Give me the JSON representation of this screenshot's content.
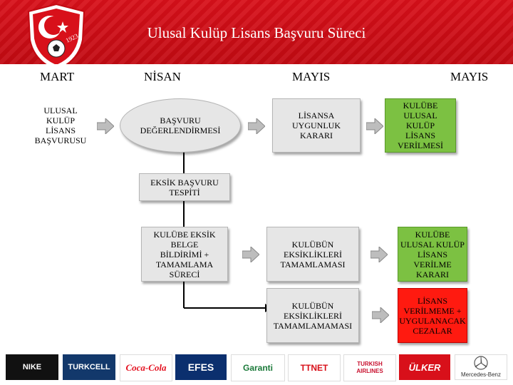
{
  "header": {
    "title": "Ulusal Kulüp Lisans Başvuru Süreci",
    "emblem_text": "1923"
  },
  "months": [
    "MART",
    "NİSAN",
    "MAYIS",
    "MAYIS"
  ],
  "boxes": {
    "ulusal": "ULUSAL\nKULÜP\nLİSANS\nBAŞVURUSU",
    "degerlendirme": "BAŞVURU\nDEĞERLENDİRMESİ",
    "lisansa_uygun": "LİSANSA\nUYGUNLUK\nKARARI",
    "kulube_verilmesi": "KULÜBE\nULUSAL\nKULÜP\nLİSANS\nVERİLMESİ",
    "eksik_tespit": "EKSİK BAŞVURU\nTESPİTİ",
    "eksik_bildirim": "KULÜBE EKSİK\nBELGE\nBİLDİRİMİ +\nTAMAMLAMA\nSÜRECİ",
    "tamamlamasi": "KULÜBÜN\nEKSİKLİKLERİ\nTAMAMLAMASI",
    "verilme_karari": "KULÜBE\nULUSAL KULÜP\nLİSANS\nVERİLME\nKARARI",
    "tamamlamamasi": "KULÜBÜN\nEKSİKLİKLERİ\nTAMAMLAMAMASI",
    "verilmeme": "LİSANS\nVERİLMEME +\nUYGULANACAK\nCEZALAR"
  },
  "colors": {
    "header_red": "#d8101a",
    "box_gray": "#e6e6e6",
    "green": "#7cc142",
    "red": "#ff1a10"
  },
  "sponsors": [
    "NIKE",
    "TURKCELL",
    "Coca-Cola",
    "EFES",
    "Garanti",
    "TTNET",
    "TURKISH AIRLINES",
    "ÜLKER",
    "Mercedes-Benz"
  ]
}
